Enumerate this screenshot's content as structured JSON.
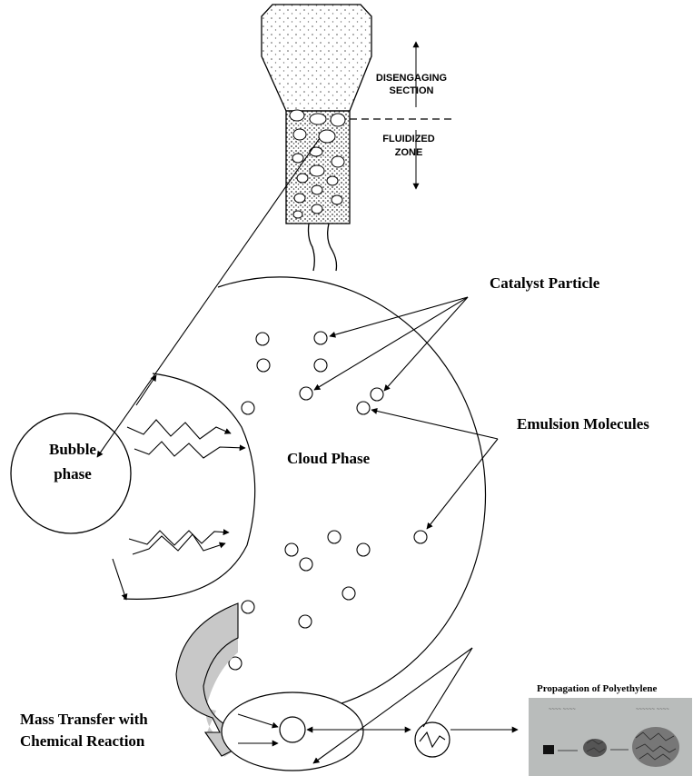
{
  "reactor": {
    "disengaging_line1": "DISENGAGING",
    "disengaging_line2": "SECTION",
    "fluidized_line1": "FLUIDIZED",
    "fluidized_line2": "ZONE"
  },
  "labels": {
    "catalyst_particle": "Catalyst Particle",
    "emulsion_molecules": "Emulsion Molecules",
    "cloud_phase": "Cloud Phase",
    "bubble_line1": "Bubble",
    "bubble_line2": "phase",
    "mass_transfer_line1": "Mass Transfer with",
    "mass_transfer_line2": "Chemical Reaction",
    "propagation": "Propagation of Polyethylene"
  },
  "colors": {
    "stroke": "#000000",
    "transfer_arrow_fill": "#c8c8c8",
    "photo_bg": "#b9bcbb"
  }
}
